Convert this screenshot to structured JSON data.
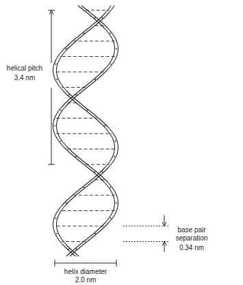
{
  "diagram": {
    "labels": [
      "helical pitch",
      "3.4 nm",
      "base pair separation",
      "0.34 nm",
      "helix diameter",
      "2.0 nm"
    ]
  }
}
